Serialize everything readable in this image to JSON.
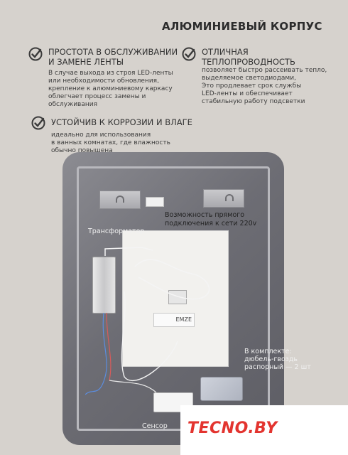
{
  "header": {
    "title": "АЛЮМИНИЕВЫЙ КОРПУС"
  },
  "features": [
    {
      "icon": "check-circle-icon",
      "title_line1": "ПРОСТОТА В ОБСЛУЖИВАНИИ",
      "title_line2": "И ЗАМЕНЕ ЛЕНТЫ",
      "description": "В случае выхода из строя LED-ленты\nили необходимости обновления,\nкрепление к алюминиевому каркасу\nоблегчает процесс замены и\nобслуживания"
    },
    {
      "icon": "check-circle-icon",
      "title_line1": "ОТЛИЧНАЯ",
      "title_line2": "ТЕПЛОПРОВОДНОСТЬ",
      "description": "позволяет быстро рассеивать тепло,\nвыделяемое светодиодами,\nЭто продлевает срок службы\nLED-ленты и обеспечивает\nстабильную работу подсветки"
    },
    {
      "icon": "check-circle-icon",
      "title_line1": "УСТОЙЧИВ К КОРРОЗИИ И ВЛАГЕ",
      "description": "идеально для использования\nв ванных комнатах, где влажность\nобычно повышена"
    }
  ],
  "annotations": {
    "transformer": "Трансформатор",
    "direct_connection": "Возможность прямого\nподключения к сети 220v",
    "kit": "В комплекте:\nдюбель-гвоздь\nраспорный   — 2 шт",
    "sensor": "Сенсор"
  },
  "product_label": "EMZE",
  "brand": {
    "logo": "TECNO.BY",
    "color": "#e3342f"
  },
  "colors": {
    "background": "#d6d2cd",
    "check": "#3a3a3a"
  }
}
